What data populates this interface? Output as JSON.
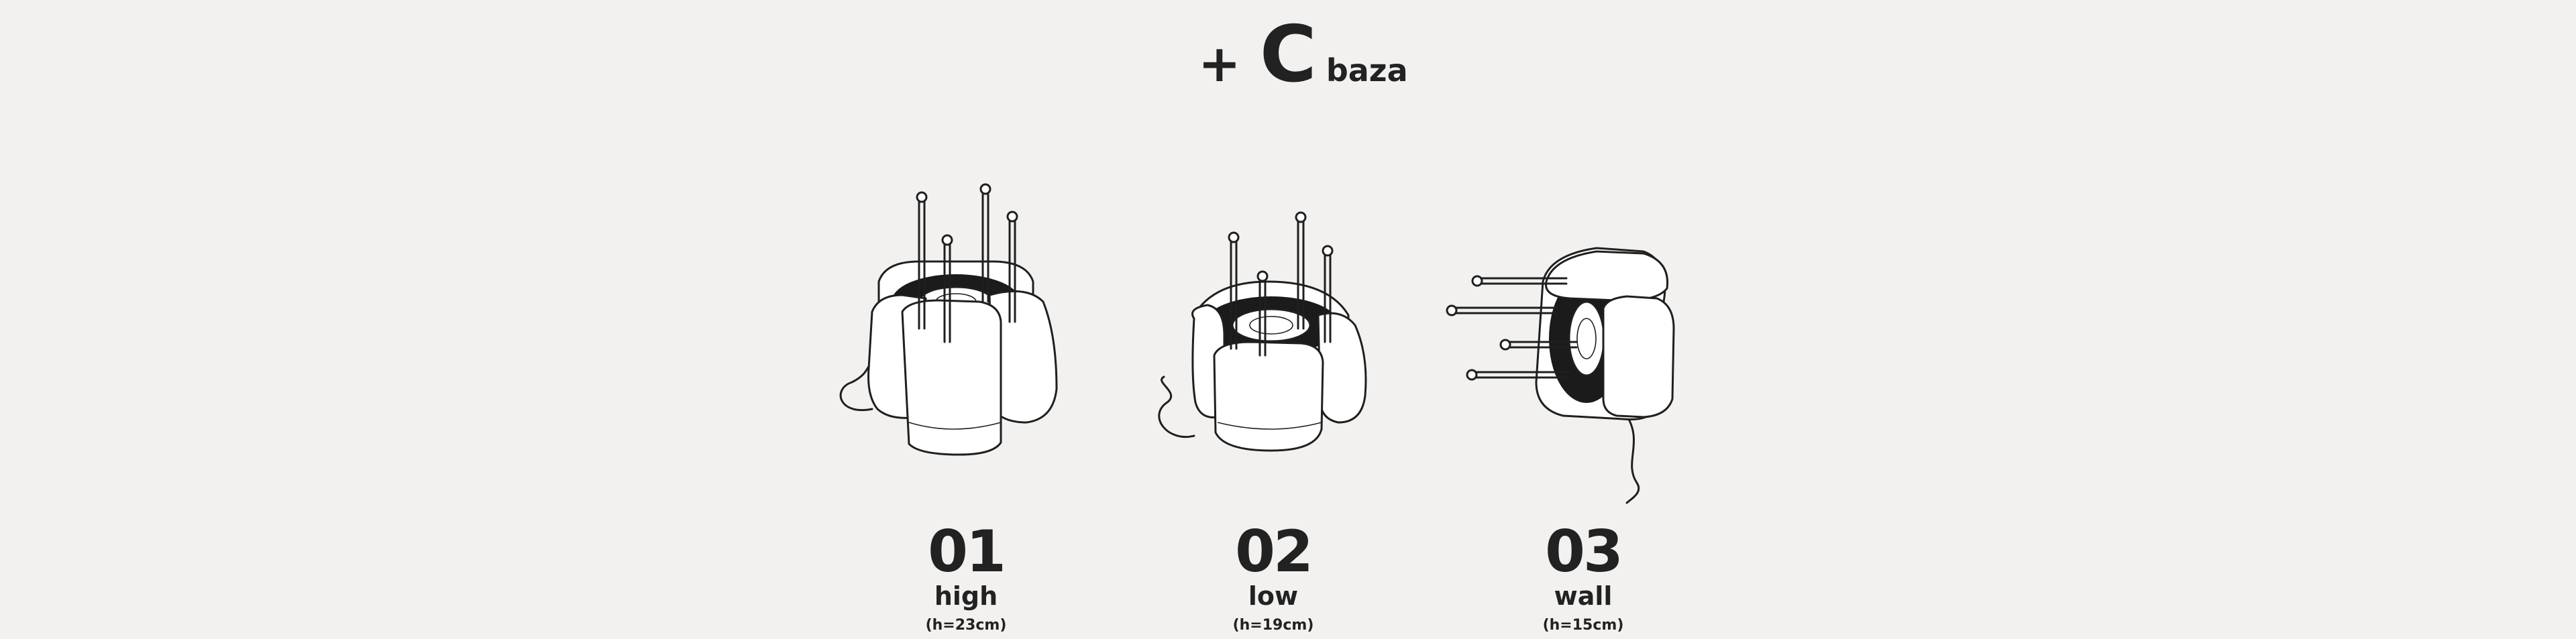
{
  "title": {
    "plus": "+",
    "letter": "C",
    "suffix": "baza"
  },
  "variants": [
    {
      "number": "01",
      "name": "high",
      "height": "(h=23cm)"
    },
    {
      "number": "02",
      "name": "low",
      "height": "(h=19cm)"
    },
    {
      "number": "03",
      "name": "wall",
      "height": "(h=15cm)"
    }
  ]
}
